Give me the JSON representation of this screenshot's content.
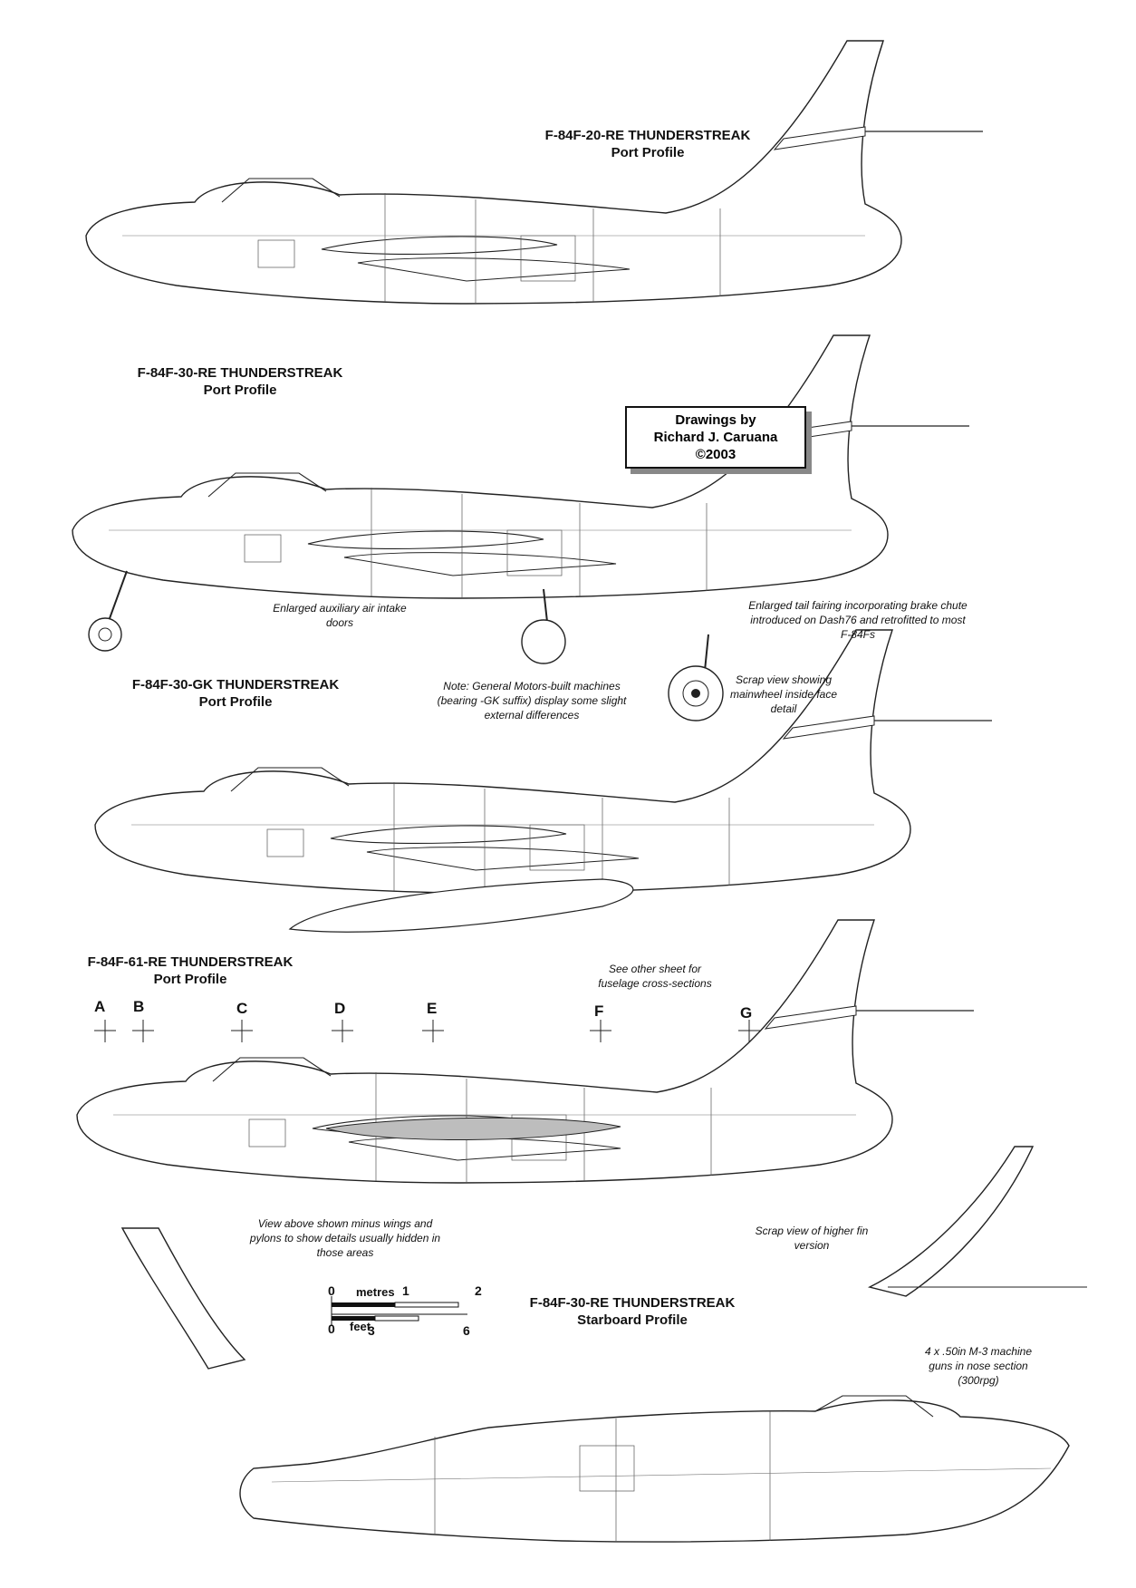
{
  "profiles": [
    {
      "title": "F-84F-20-RE THUNDERSTREAK",
      "subtitle": "Port Profile"
    },
    {
      "title": "F-84F-30-RE THUNDERSTREAK",
      "subtitle": "Port Profile"
    },
    {
      "title": "F-84F-30-GK THUNDERSTREAK",
      "subtitle": "Port Profile"
    },
    {
      "title": "F-84F-61-RE THUNDERSTREAK",
      "subtitle": "Port Profile"
    },
    {
      "title": "F-84F-30-RE THUNDERSTREAK",
      "subtitle": "Starboard Profile"
    }
  ],
  "credit": {
    "line1": "Drawings by",
    "line2": "Richard J. Caruana",
    "line3": "©2003"
  },
  "notes": {
    "aux_intake": "Enlarged auxiliary air intake doors",
    "tail_fairing": "Enlarged tail fairing incorporating brake chute introduced on Dash76 and retrofitted to most F-84Fs",
    "scrap_mainwheel": "Scrap view showing mainwheel inside face detail",
    "gm_note": "Note: General Motors-built machines (bearing -GK suffix) display some slight external differences",
    "cross_sections": "See other sheet for fuselage cross-sections",
    "minus_wings": "View above shown minus wings and pylons to show details usually hidden in those areas",
    "higher_fin": "Scrap view of higher fin version",
    "guns": "4 x .50in M-3 machine guns in nose section (300rpg)"
  },
  "section_letters": [
    "A",
    "B",
    "C",
    "D",
    "E",
    "F",
    "G"
  ],
  "scale": {
    "metres_label": "metres",
    "feet_label": "feet",
    "metres_ticks": [
      "0",
      "1",
      "2"
    ],
    "feet_ticks": [
      "0",
      "3",
      "6"
    ]
  }
}
